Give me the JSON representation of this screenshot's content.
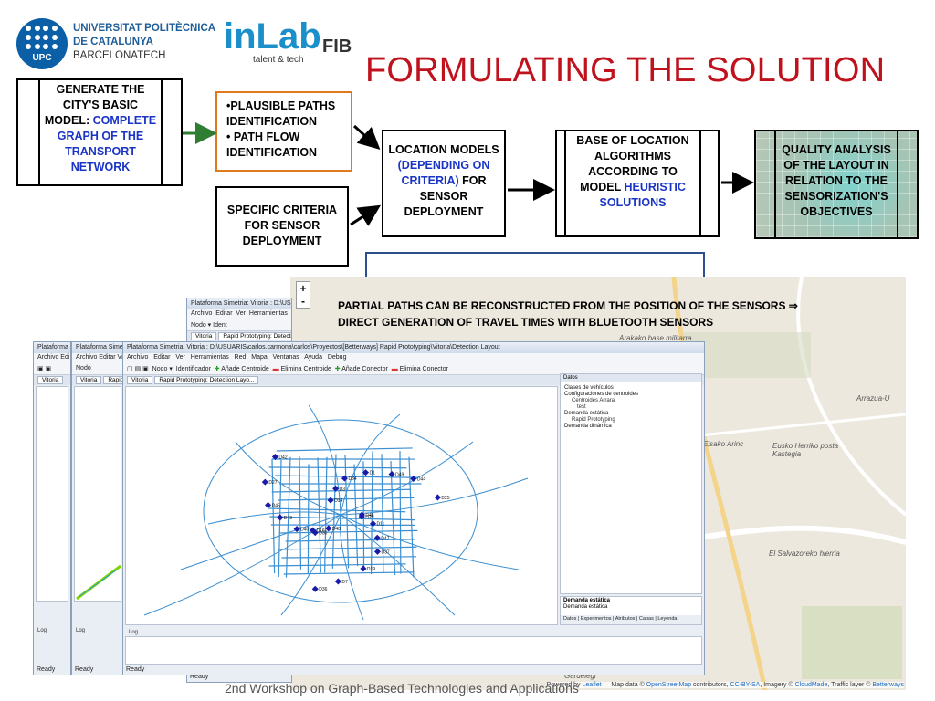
{
  "header": {
    "upc_line1": "UNIVERSITAT POLITÈCNICA",
    "upc_line2": "DE CATALUNYA",
    "upc_line3": "BARCELONATECH",
    "upc_badge": "UPC",
    "inlab_name": "inLab",
    "inlab_fib": "FIB",
    "inlab_tagline": "talent & tech",
    "title": "FORMULATING THE SOLUTION"
  },
  "diagram": {
    "model_box": {
      "text": "GENERATE THE CITY'S BASIC MODEL: ",
      "highlight": "COMPLETE GRAPH OF THE TRANSPORT NETWORK"
    },
    "plausible_box": {
      "line1": "•PLAUSIBLE PATHS IDENTIFICATION",
      "line2": "• PATH FLOW IDENTIFICATION"
    },
    "criteria_box": {
      "text": "SPECIFIC CRITERIA FOR SENSOR DEPLOYMENT"
    },
    "location_box": {
      "text1": "LOCATION MODELS ",
      "highlight": "(DEPENDING ON CRITERIA)",
      "text2": " FOR SENSOR DEPLOYMENT"
    },
    "base_box": {
      "text": "BASE OF LOCATION ALGORITHMS ACCORDING TO MODEL ",
      "highlight": "HEURISTIC SOLUTIONS"
    },
    "quality_box": {
      "text": "QUALITY ANALYSIS OF THE LAYOUT IN RELATION TO THE SENSORIZATION'S OBJECTIVES"
    }
  },
  "map": {
    "partial_line1": "PARTIAL PATHS CAN BE RECONSTRUCTED FROM THE POSITION OF THE SENSORS ⇒",
    "partial_line2": "DIRECT GENERATION OF TRAVEL TIMES WITH BLUETOOTH SENSORS",
    "zoom_in": "+",
    "zoom_out": "-",
    "labels": [
      "Arakako base militarra",
      "Arrazua-U",
      "Eusko Herriko posta Kastegia",
      "Elsako Arinc",
      "El Salvazoreko hierria",
      "Gardelegi"
    ],
    "attribution": {
      "powered": "Powered by ",
      "leaflet": "Leaflet",
      "mapdata": " — Map data © ",
      "osm": "OpenStreetMap",
      "contrib": " contributors, ",
      "ccbysa": "CC-BY-SA",
      "imagery": ", Imagery © ",
      "cloudmade": "CloudMade",
      "traffic": ", Traffic layer © ",
      "betterways": "Betterways"
    }
  },
  "app_main": {
    "title": "Plataforma Simetria: Vitoria : D:\\USUARIS\\carlos.carmona\\carlos\\Proyectos\\[Betterways] Rapid Prototyping\\Vitoria\\Detection Layout",
    "menu": [
      "Archivo",
      "Editar",
      "Ver",
      "Herramientas",
      "Red",
      "Mapa",
      "Ventanas",
      "Ayuda",
      "Debug"
    ],
    "tool_node": "Nodo",
    "tool_ident": "Identificador",
    "tool_buttons": [
      "Añade Centroide",
      "Elimina Centroide",
      "Añade Conector",
      "Elimina Conector"
    ],
    "tabs": [
      "Vitoria",
      "Rapid Prototyping: Detection Layo..."
    ],
    "side_title": "Datos",
    "tree": [
      "Clases de vehículos",
      "Configuraciones de centroides",
      "Centroides Arrara",
      "test",
      "Demanda estática",
      "Rapid Prototyping",
      "Demanda dinámica"
    ],
    "lower_title": "Demanda estática",
    "lower_sub": "Demanda estática",
    "bottom_tabs": [
      "Datos",
      "Experimentos",
      "Atributos",
      "Capas",
      "Leyenda"
    ],
    "log_label": "Log",
    "status": "Ready",
    "sensors": [
      "D46",
      "D30",
      "D34",
      "D37",
      "D45",
      "D44",
      "D36",
      "D14",
      "D11",
      "D40",
      "D1",
      "D19",
      "D27",
      "D25",
      "D48",
      "D3",
      "D47",
      "D43",
      "D49",
      "D7",
      "D42",
      "D29",
      "D16"
    ]
  },
  "app_back1": {
    "title": "Plataforma Simetria: Vitoria : D:\\USUARIS\\",
    "menu": [
      "Archivo",
      "Editar",
      "Ver",
      "Herramientas"
    ],
    "tool_node": "Nodo",
    "tool_ident": "Ident",
    "tabs": [
      "Vitoria",
      "Rapid Prototyping: Detection La"
    ],
    "status": "Ready"
  },
  "app_back2": {
    "title": "Plataforma Si",
    "menu": [
      "Archivo",
      "Edi"
    ],
    "tab": "Vitoria",
    "log": "Log",
    "status": "Ready"
  },
  "app_back3": {
    "title": "Plataforma Simetria",
    "menu": [
      "Archivo",
      "Editar",
      "Vi"
    ],
    "tool_node": "Nodo",
    "tabs": [
      "Vitoria",
      "Rapid Pr"
    ],
    "log": "Log",
    "status": "Ready"
  },
  "footer": "2nd Workshop on Graph-Based Technologies and Applications",
  "colors": {
    "title_red": "#c0121c",
    "highlight_blue": "#1a35c5",
    "orange_border": "#e07a1e",
    "arrow_green": "#2e7d32"
  }
}
